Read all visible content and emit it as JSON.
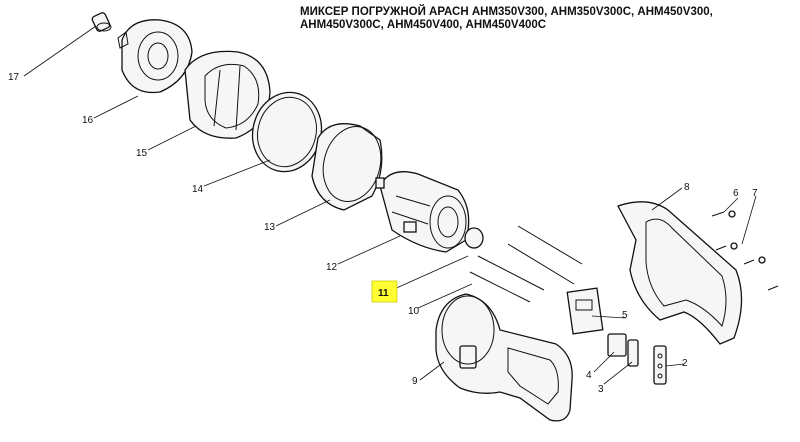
{
  "title": "МИКСЕР ПОГРУЖНОЙ АРАСН АНМ350V300, АНМ350V300С, АНМ450V300, АНМ450V300С, АНМ450V400, АНМ450V400С",
  "highlight_color": "#ffff33",
  "callouts": {
    "c2": "2",
    "c3": "3",
    "c4": "4",
    "c5": "5",
    "c6": "6",
    "c7": "7",
    "c8": "8",
    "c9": "9",
    "c10": "10",
    "c11": "11",
    "c12": "12",
    "c13": "13",
    "c14": "14",
    "c15": "15",
    "c16": "16",
    "c17": "17"
  },
  "highlighted_callout": "c11"
}
